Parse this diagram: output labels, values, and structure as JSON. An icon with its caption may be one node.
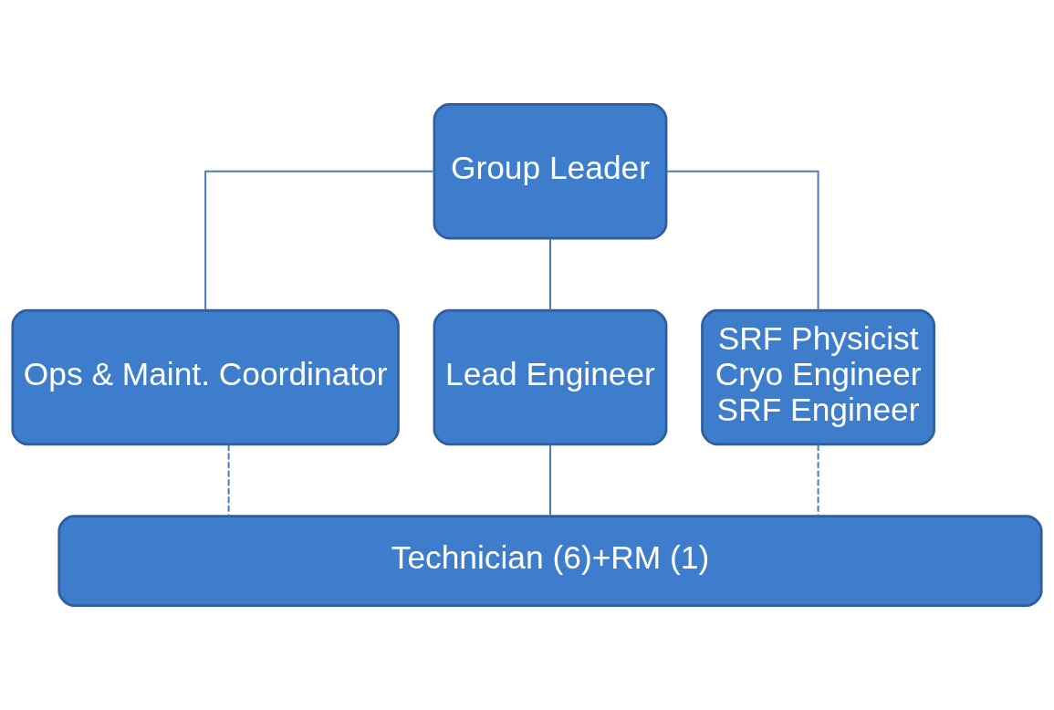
{
  "diagram": {
    "nodes": [
      {
        "text": [
          "Group Leader"
        ]
      },
      {
        "text": [
          "Ops & Maint. Coordinator"
        ]
      },
      {
        "text": [
          "Lead Engineer"
        ]
      },
      {
        "text": [
          "SRF Physicist",
          "Cryo Engineer",
          "SRF Engineer"
        ]
      },
      {
        "text": [
          "Technician (6)+RM (1)"
        ]
      }
    ],
    "edges": [
      {
        "from": 0,
        "to": 1,
        "arrow": "none"
      },
      {
        "from": 0,
        "to": 2,
        "arrow": "none"
      },
      {
        "from": 0,
        "to": 3,
        "arrow": "none"
      },
      {
        "from": 1,
        "to": 4,
        "arrow": "none",
        "style": "dashed"
      },
      {
        "from": 2,
        "to": 4,
        "arrow": "none"
      },
      {
        "from": 3,
        "to": 4,
        "arrow": "none",
        "style": "dashed"
      }
    ]
  }
}
